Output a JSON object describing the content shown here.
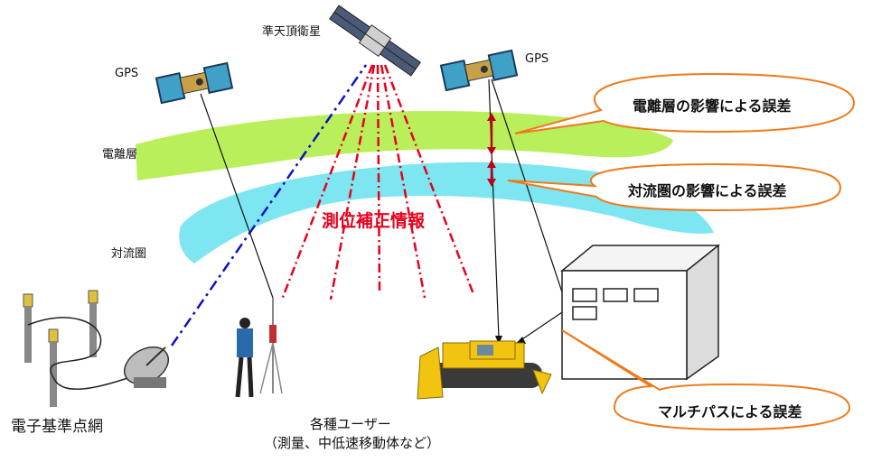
{
  "labels": {
    "qzss": "準天頂衛星",
    "gps_left": "GPS",
    "gps_right": "GPS",
    "ionosphere": "電離層",
    "troposphere": "対流圏",
    "correction": "測位補正情報",
    "reference_network": "電子基準点網",
    "users_line1": "各種ユーザー",
    "users_line2": "（測量、中低速移動体など）"
  },
  "callouts": {
    "ionosphere_error": "電離層の影響による誤差",
    "troposphere_error": "対流圏の影響による誤差",
    "multipath_error": "マルチパスによる誤差"
  },
  "colors": {
    "ionosphere_band": "#b9ef5a",
    "troposphere_band": "#7de6f0",
    "correction_red": "#e8001c",
    "dash_blue": "#1010c8",
    "callout_border": "#f07a1a",
    "bulldozer": "#f2c40f"
  }
}
